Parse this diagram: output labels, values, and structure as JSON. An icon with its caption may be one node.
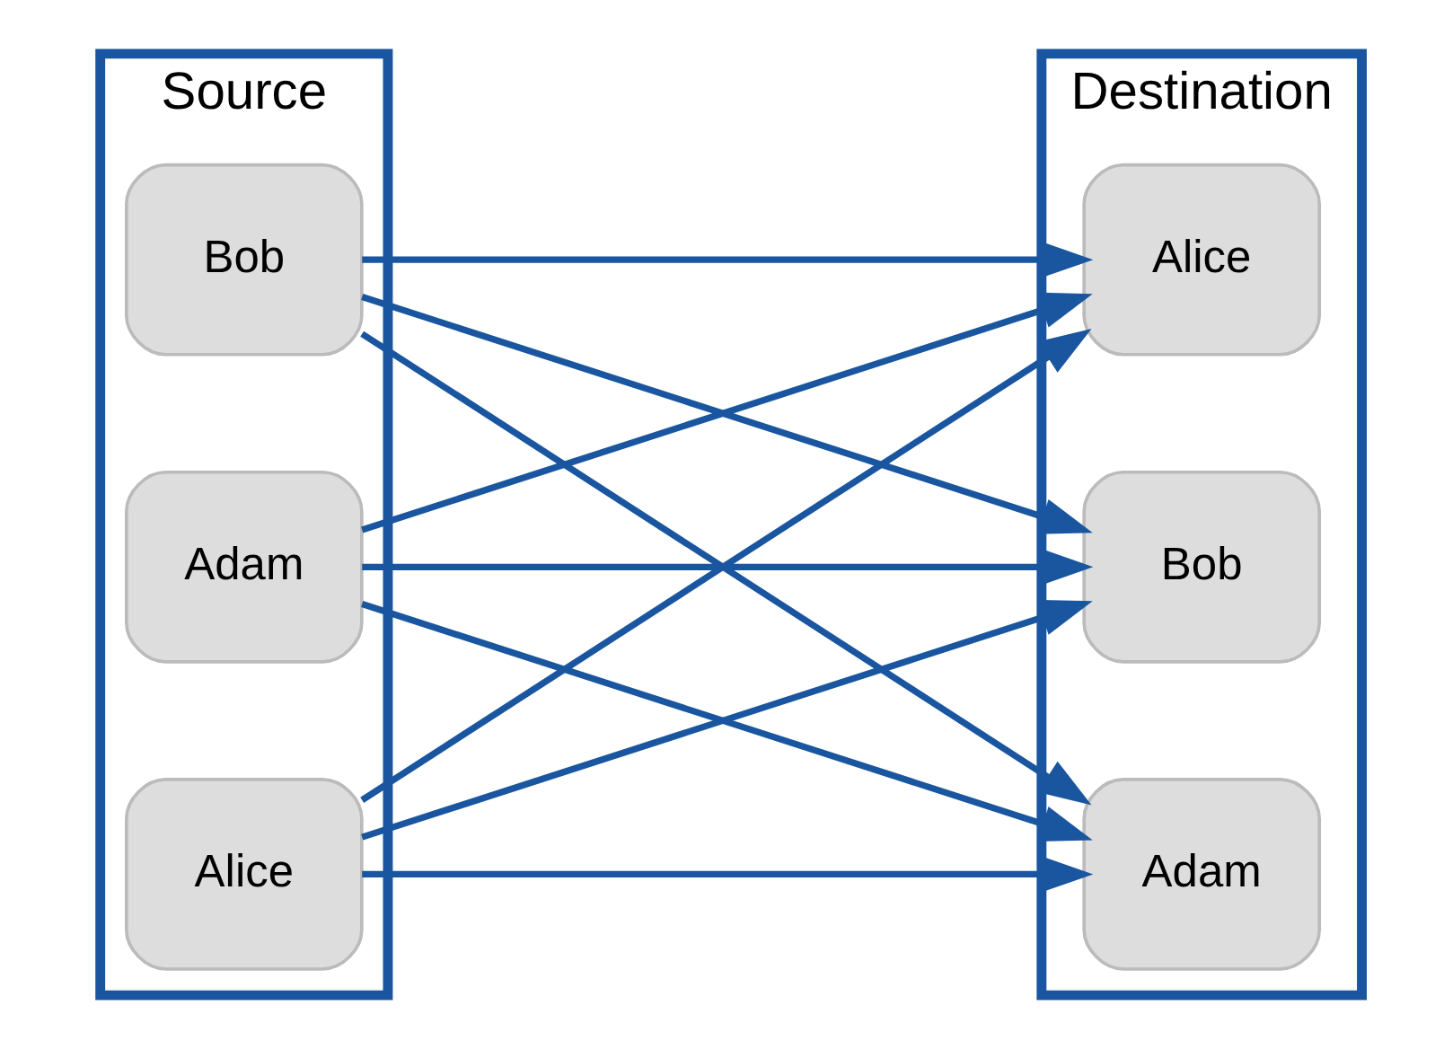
{
  "diagram": {
    "nodes": [
      {
        "text": [
          "Source"
        ]
      },
      {
        "text": [
          "Adam"
        ],
        "in": 0
      },
      {
        "text": [
          "Alice"
        ],
        "in": 0
      },
      {
        "text": [
          "Bob"
        ],
        "in": 0
      },
      {
        "text": [
          "Destination"
        ]
      },
      {
        "text": [
          "Adam"
        ],
        "in": 4
      },
      {
        "text": [
          "Alice"
        ],
        "in": 4
      },
      {
        "text": [
          "Bob"
        ],
        "in": 4
      }
    ],
    "edges": [
      {
        "from": 1,
        "to": 5,
        "arrow": "to"
      },
      {
        "from": 1,
        "to": 6,
        "arrow": "to"
      },
      {
        "from": 1,
        "to": 7,
        "arrow": "to"
      },
      {
        "from": 2,
        "to": 5,
        "arrow": "to"
      },
      {
        "from": 2,
        "to": 6,
        "arrow": "to"
      },
      {
        "from": 2,
        "to": 7,
        "arrow": "to"
      },
      {
        "from": 3,
        "to": 5,
        "arrow": "to"
      },
      {
        "from": 3,
        "to": 6,
        "arrow": "to"
      },
      {
        "from": 3,
        "to": 7,
        "arrow": "to"
      }
    ]
  }
}
